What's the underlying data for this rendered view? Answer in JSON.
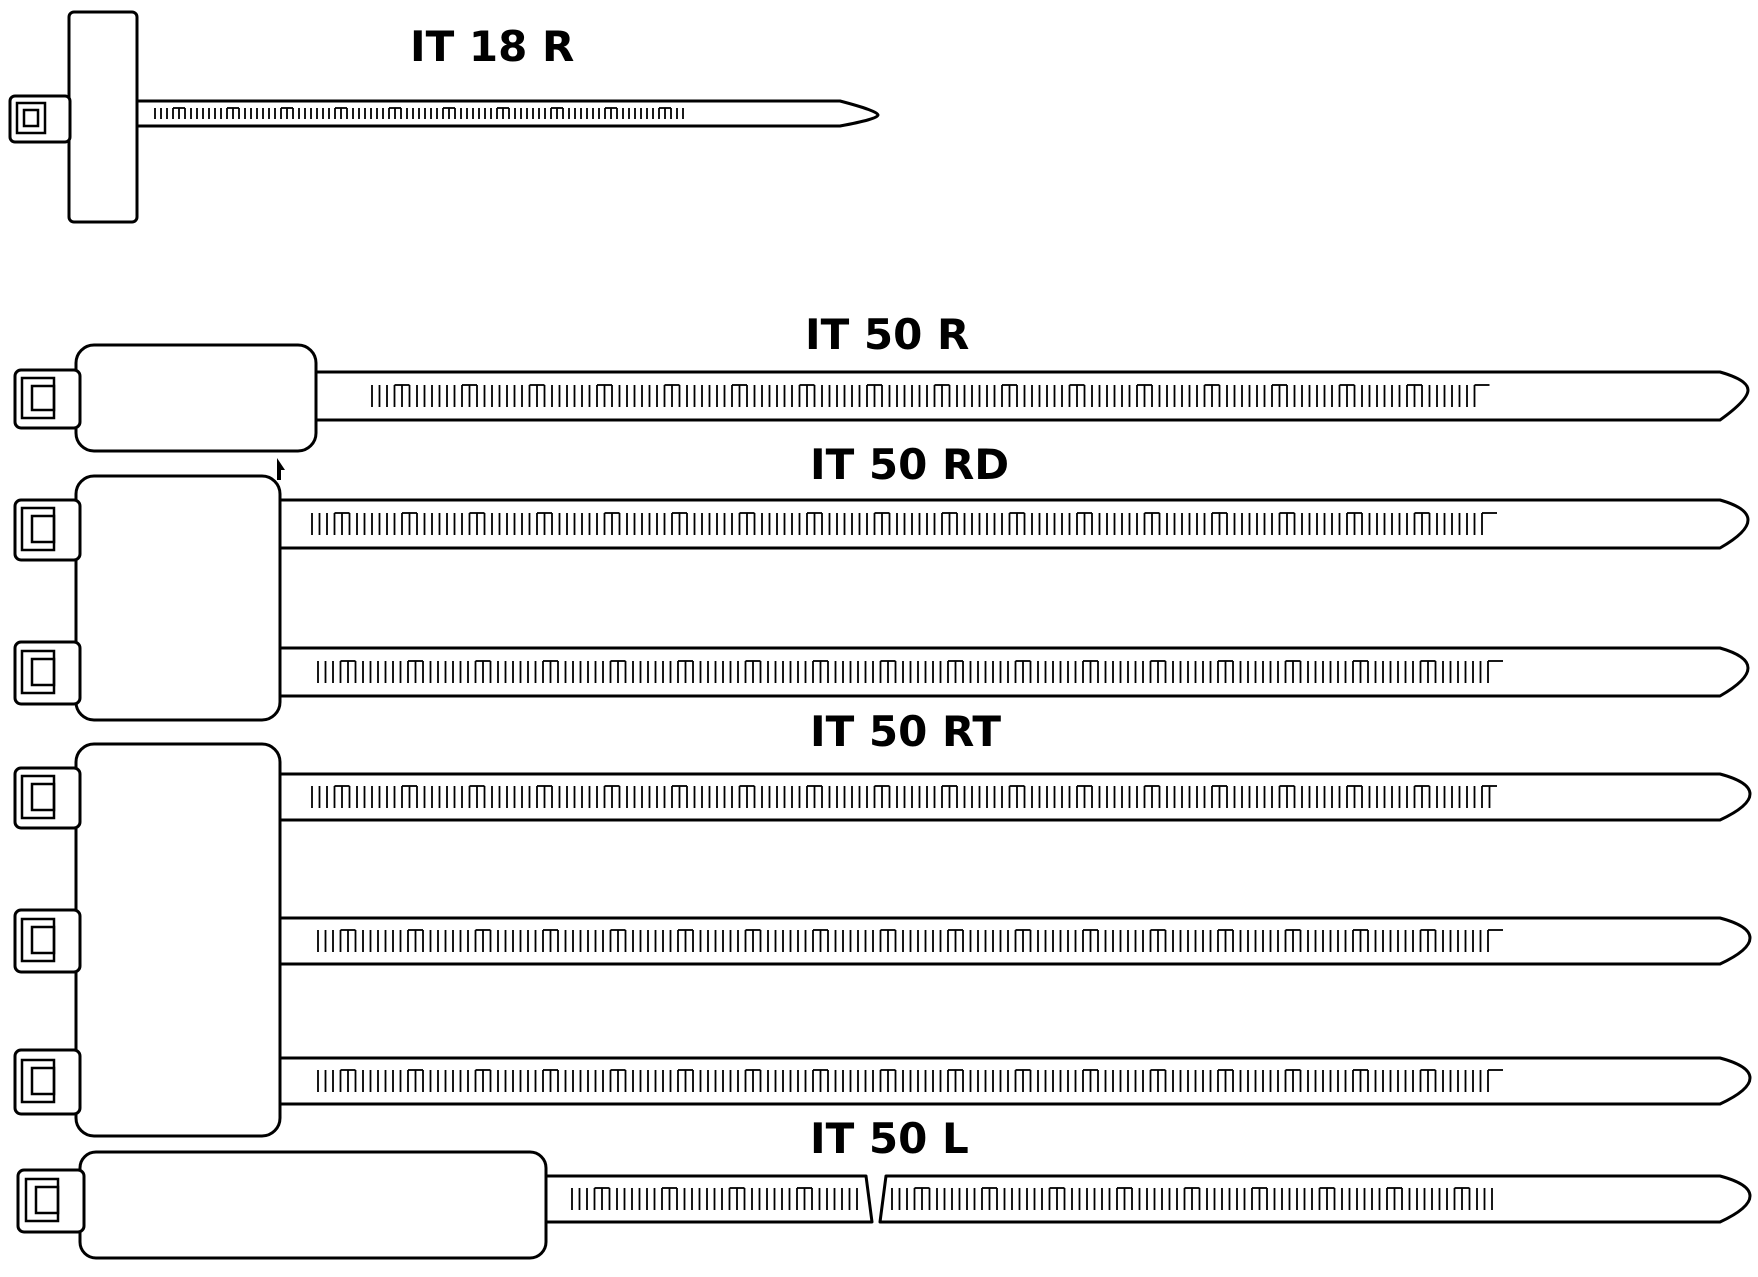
{
  "ties": [
    {
      "id": "it18r",
      "label": "IT 18 R",
      "strap_count": 1,
      "broken_strap": false
    },
    {
      "id": "it50r",
      "label": "IT 50 R",
      "strap_count": 1,
      "broken_strap": false
    },
    {
      "id": "it50rd",
      "label": "IT 50 RD",
      "strap_count": 2,
      "broken_strap": false
    },
    {
      "id": "it50rt",
      "label": "IT 50 RT",
      "strap_count": 3,
      "broken_strap": false
    },
    {
      "id": "it50l",
      "label": "IT 50 L",
      "strap_count": 1,
      "broken_strap": true
    }
  ],
  "colors": {
    "ink": "#000000",
    "paper": "#ffffff"
  }
}
